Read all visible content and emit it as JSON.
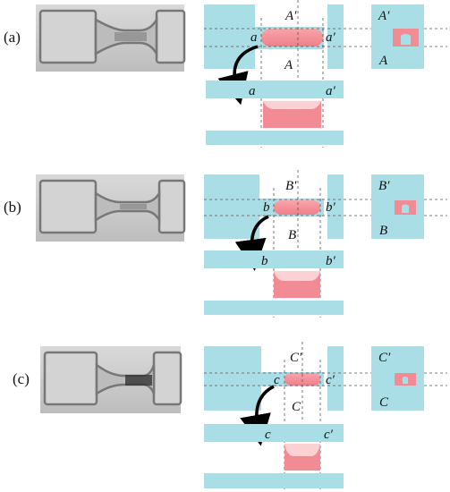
{
  "colors": {
    "channel": "#a9dee6",
    "channel_edge": "#86c6d2",
    "meniscus": "#f28b93",
    "meniscus_light": "#fbd1d4",
    "arrow": "#000000",
    "micrograph_bg": "#c9c9c9",
    "micrograph_dark": "#6f6f6f"
  },
  "panels": [
    {
      "id": "a",
      "label": "(a)",
      "top_mark": "A′",
      "bottom_mark": "A",
      "left_mark": "a",
      "right_mark": "a′",
      "lower_left_mark": "a",
      "lower_right_mark": "a′",
      "side_top_mark": "A′",
      "side_bottom_mark": "A"
    },
    {
      "id": "b",
      "label": "(b)",
      "top_mark": "B′",
      "bottom_mark": "B",
      "left_mark": "b",
      "right_mark": "b′",
      "lower_left_mark": "b",
      "lower_right_mark": "b′",
      "side_top_mark": "B′",
      "side_bottom_mark": "B"
    },
    {
      "id": "c",
      "label": "(c)",
      "top_mark": "C′",
      "bottom_mark": "C",
      "left_mark": "c",
      "right_mark": "c′",
      "lower_left_mark": "c",
      "lower_right_mark": "c′",
      "side_top_mark": "C′",
      "side_bottom_mark": "C"
    }
  ]
}
